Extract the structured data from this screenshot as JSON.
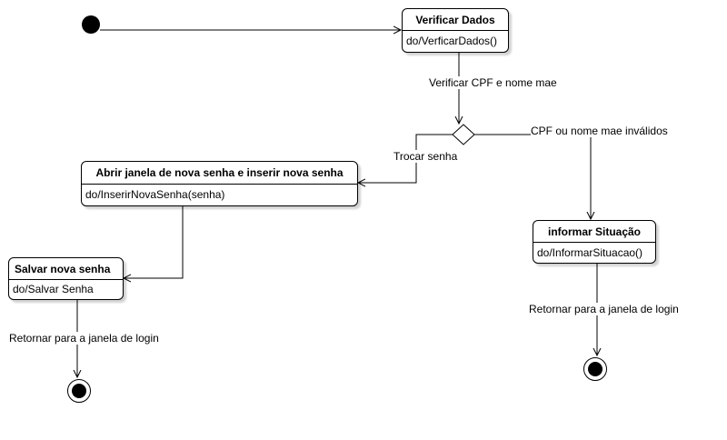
{
  "states": {
    "verificar": {
      "title": "Verificar Dados",
      "action": "do/VerficarDados()"
    },
    "abrir": {
      "title": "Abrir janela de nova senha e inserir nova senha",
      "action": "do/InserirNovaSenha(senha)"
    },
    "salvar": {
      "title": "Salvar nova senha",
      "action": "do/Salvar Senha"
    },
    "informar": {
      "title": "informar Situação",
      "action": "do/InformarSituacao()"
    }
  },
  "labels": {
    "verificar_cpf": "Verificar CPF e nome mae",
    "cpf_invalidos": "CPF ou nome mae inválidos",
    "trocar_senha": "Trocar senha",
    "retornar_left": "Retornar para a janela de login",
    "retornar_right": "Retornar para a janela de login"
  },
  "colors": {
    "line": "#000000",
    "fill": "#ffffff"
  }
}
